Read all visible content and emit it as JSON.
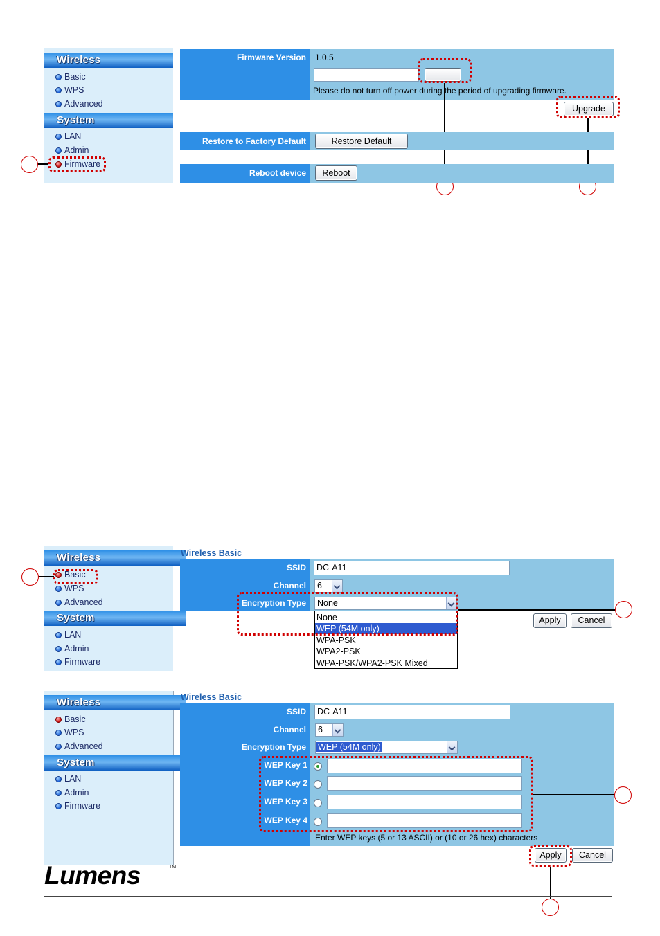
{
  "sidebar": {
    "wireless_header": "Wireless",
    "system_header": "System",
    "items": {
      "basic": "Basic",
      "wps": "WPS",
      "advanced": "Advanced",
      "lan": "LAN",
      "admin": "Admin",
      "firmware": "Firmware"
    }
  },
  "firmware_panel": {
    "version_label": "Firmware Version",
    "version_value": "1.0.5",
    "warning": "Please do not turn off power during the period of upgrading firmware.",
    "upgrade_button": "Upgrade",
    "restore_label": "Restore to Factory Default",
    "restore_button": "Restore Default",
    "reboot_label": "Reboot device",
    "reboot_button": "Reboot"
  },
  "wireless_basic_1": {
    "title": "Wireless Basic",
    "ssid_label": "SSID",
    "ssid_value": "DC-A11",
    "channel_label": "Channel",
    "channel_value": "6",
    "encryption_label": "Encryption Type",
    "encryption_value": "None",
    "encryption_options": [
      "None",
      "WEP (54M only)",
      "WPA-PSK",
      "WPA2-PSK",
      "WPA-PSK/WPA2-PSK Mixed"
    ],
    "apply_button": "Apply",
    "cancel_button": "Cancel"
  },
  "wireless_basic_2": {
    "title": "Wireless Basic",
    "ssid_label": "SSID",
    "ssid_value": "DC-A11",
    "channel_label": "Channel",
    "channel_value": "6",
    "encryption_label": "Encryption Type",
    "encryption_value": "WEP (54M only)",
    "wep_key_labels": [
      "WEP Key 1",
      "WEP Key 2",
      "WEP Key 3",
      "WEP Key 4"
    ],
    "hint": "Enter WEP keys (5 or 13 ASCII) or (10 or 26 hex) characters",
    "apply_button": "Apply",
    "cancel_button": "Cancel"
  },
  "logo": {
    "text": "Lumens",
    "tm": "TM"
  },
  "colors": {
    "label_blue": "#2e8fe6",
    "panel_blue": "#8ec6e4",
    "sidebar_bg": "#dbeefa",
    "callout_red": "#d00000"
  }
}
